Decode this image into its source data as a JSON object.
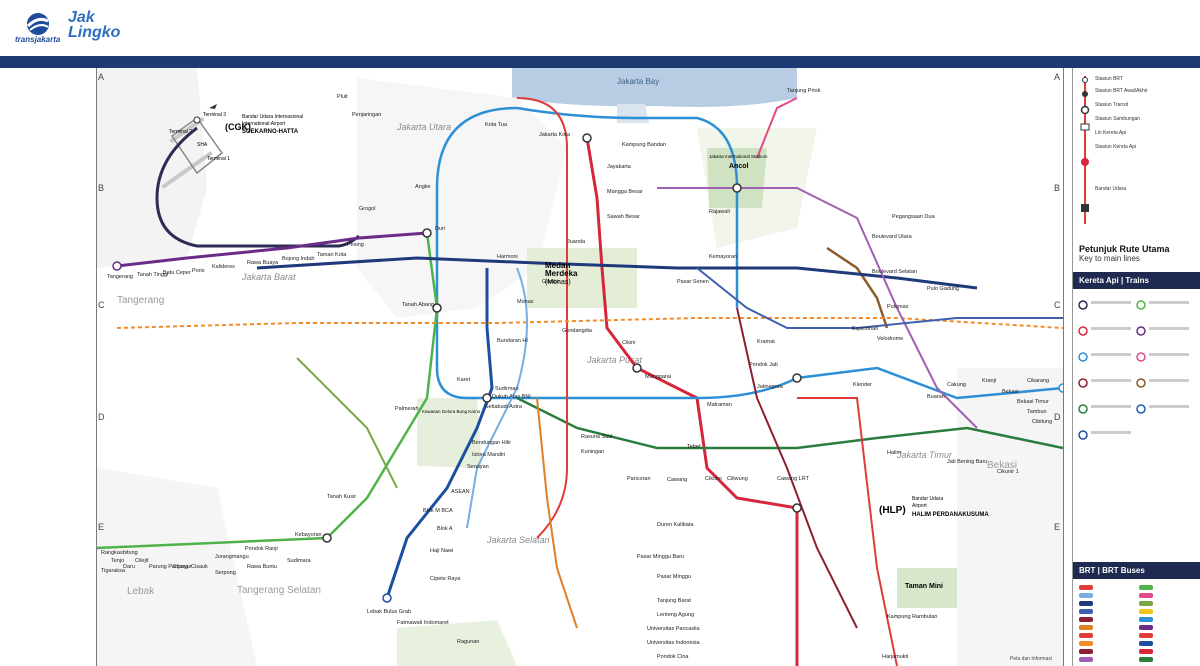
{
  "header": {
    "logo_transjakarta": "transjakarta",
    "logo_jaklingko_line1": "Jak",
    "logo_jaklingko_line2": "Lingko"
  },
  "grid": {
    "rows": [
      "A",
      "B",
      "C",
      "D",
      "E"
    ]
  },
  "areas": {
    "sea": "Jakarta Bay",
    "jakarta_utara": "Jakarta Utara",
    "jakarta_barat": "Jakarta Barat",
    "jakarta_pusat": "Jakarta Pusat",
    "jakarta_selatan": "Jakarta Selatan",
    "jakarta_timur": "Jakarta Timur",
    "tangerang": "Tangerang",
    "tangerang_selatan": "Tangerang Selatan",
    "bekasi": "Bekasi",
    "lebak": "Lebak"
  },
  "airports": {
    "cgk_code": "(CGK)",
    "cgk_name1": "Bandar Udara Internasional",
    "cgk_name2": "International Airport",
    "cgk_name3": "SOEKARNO-HATTA",
    "hlp_code": "(HLP)",
    "hlp_name1": "Bandar Udara",
    "hlp_name2": "Airport",
    "hlp_name3": "HALIM PERDANAKUSUMA",
    "terminal1": "Terminal 1",
    "terminal2": "Terminal 2",
    "terminal3": "Terminal 3",
    "sha": "SHA"
  },
  "landmarks": {
    "monas1": "Medan",
    "monas2": "Merdeka",
    "monas3": "(Monas)",
    "ancol": "Ancol",
    "taman_mini": "Taman Mini",
    "jis": "Jakarta International Stadium",
    "gbk": "Kawasan Gelora Bung Karno"
  },
  "stations": {
    "tangerang": "Tangerang",
    "tanah_tinggi": "Tanah Tinggi",
    "batu_ceper": "Batu Ceper",
    "poris": "Poris",
    "kalideres": "Kalideres",
    "rawa_buaya": "Rawa Buaya",
    "bojong_indah": "Bojong Indah",
    "taman_kota": "Taman Kota",
    "pesing": "Pesing",
    "grogol": "Grogol",
    "duri": "Duri",
    "angke": "Angke",
    "kampung_bandan": "Kampung Bandan",
    "jakarta_kota": "Jakarta Kota",
    "jayakarta": "Jayakarta",
    "mangga_besar": "Mangga Besar",
    "sawah_besar": "Sawah Besar",
    "juanda": "Juanda",
    "gondangdia": "Gondangdia",
    "cikini": "Cikini",
    "manggarai": "Manggarai",
    "tebet": "Tebet",
    "cawang": "Cawang",
    "duren_kalibata": "Duren Kalibata",
    "pasar_minggu_baru": "Pasar Minggu Baru",
    "pasar_minggu": "Pasar Minggu",
    "tanjung_barat": "Tanjung Barat",
    "lenteng_agung": "Lenteng Agung",
    "univ_pancasila": "Universitas Pancasila",
    "univ_indonesia": "Universitas Indonesia",
    "pondok_cina": "Pondok Cina",
    "gambir": "Gambir",
    "pasar_senen": "Pasar Senen",
    "kemayoran": "Kemayoran",
    "rajawali": "Rajawali",
    "kramat": "Kramat",
    "pondok_jati": "Pondok Jati",
    "jatinegara": "Jatinegara",
    "matraman": "Matraman",
    "klender": "Klender",
    "buaran": "Buaran",
    "cakung": "Cakung",
    "kranji": "Kranji",
    "bekasi_st": "Bekasi",
    "bekasi_timur": "Bekasi Timur",
    "tambun": "Tambun",
    "cibitung": "Cibitung",
    "cikarang": "Cikarang",
    "karet": "Karet",
    "sudirman": "Sudirman",
    "tanah_abang": "Tanah Abang",
    "palmerah": "Palmerah",
    "kebayoran": "Kebayoran",
    "pondok_ranji": "Pondok Ranji",
    "jurangmangu": "Jurangmangu",
    "sudimara": "Sudimara",
    "rawa_buntu": "Rawa Buntu",
    "serpong": "Serpong",
    "cisauk": "Cisauk",
    "cicayur": "Cicayur",
    "parung_panjang": "Parung Panjang",
    "cilejit": "Cilejit",
    "daru": "Daru",
    "tenjo": "Tenjo",
    "tigaraksa": "Tigaraksa",
    "rangkasbitung": "Rangkasbitung",
    "lebak_bulus": "Lebak Bulus Grab",
    "fatmawati": "Fatmawati Indomaret",
    "cipete_raya": "Cipete Raya",
    "haji_nawi": "Haji Nawi",
    "blok_a": "Blok A",
    "blok_m": "Blok M BCA",
    "asean": "ASEAN",
    "senayan": "Senayan",
    "istora": "Istora Mandiri",
    "bendungan_hilir": "Bendungan Hilir",
    "setiabudi": "Setiabudi Astra",
    "dukuh_atas": "Dukuh Atas BNI",
    "bundaran_hi": "Bundaran HI",
    "kuningan": "Kuningan",
    "rasuna_said": "Rasuna Said",
    "pancoran": "Pancoran",
    "cikoko": "Cikoko",
    "ciliwung": "Ciliwung",
    "cawang_lrt": "Cawang LRT",
    "halim": "Halim",
    "jatibening": "Jati Bening Baru",
    "cikunir": "Cikunir 1",
    "pulo_gadung": "Pulo Gadung",
    "pulomas": "Pulomas",
    "equestrian": "Equestrian",
    "velodrome": "Velodrome",
    "boulevard_utara": "Boulevard Utara",
    "boulevard_selatan": "Boulevard Selatan",
    "pegangsaan_dua": "Pegangsaan Dua",
    "kampung_rambutan": "Kampung Rambutan",
    "harjamukti": "Harjamukti",
    "tanjung_priok": "Tanjung Priok",
    "pluit": "Pluit",
    "penjaringan": "Penjaringan",
    "kota_tua": "Kota Tua",
    "harmoni": "Harmoni",
    "monas_st": "Monas",
    "tanah_kusir": "Tanah Kusir",
    "ragunan": "Ragunan"
  },
  "legend": {
    "items": [
      "Stasiun BRT",
      "Stasiun BRT Awal/Akhir",
      "Stasiun Transit",
      "Stasiun Sambungan",
      "Lin Kereta Api",
      "Stasiun Kereta Api",
      "Bandar Udara"
    ],
    "route_title": "Petunjuk Rute Utama",
    "route_subtitle": "Key to main lines",
    "trains_band": "Kereta Api | Trains",
    "brt_band": "BRT | BRT Buses",
    "footer": "Peta dan Informasi"
  },
  "colors": {
    "brand_blue": "#1e3a74",
    "commuter_red": "#d6263c",
    "bogor_line": "#d6263c",
    "cikarang_line": "#1e5bb5",
    "rangkas_line": "#2aa04a",
    "tangerang_line": "#6a2c86",
    "mrt": "#1d4fa0",
    "lrt_jabodebek": "#2a7d3c",
    "airport_rail": "#2c2c54",
    "brt_corridor1": "#e03b39",
    "brt_corridor2": "#f28c28"
  }
}
